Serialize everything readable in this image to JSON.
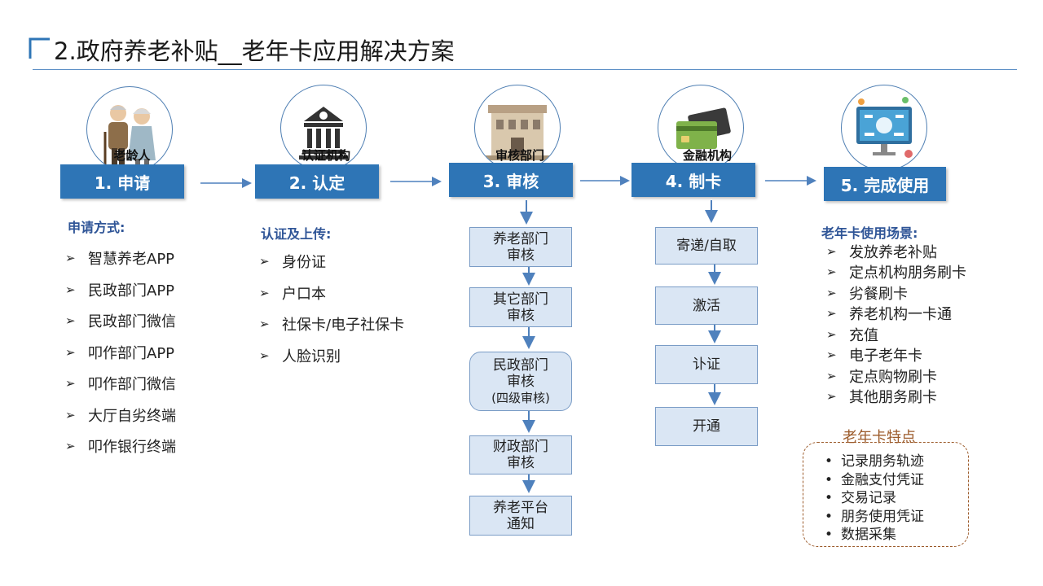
{
  "header": {
    "title": "2.政府养老补贴__老年卡应用解决方案"
  },
  "steps": [
    {
      "label": "1. 申请",
      "actor": "老龄人",
      "icon": "elderly-couple-icon"
    },
    {
      "label": "2. 认定",
      "actor": "认证机构",
      "icon": "bank-building-icon"
    },
    {
      "label": "3. 审核",
      "actor": "审核部门",
      "icon": "government-building-icon"
    },
    {
      "label": "4. 制卡",
      "actor": "金融机构",
      "icon": "bank-card-icon"
    },
    {
      "label": "5. 完成使用",
      "actor": "",
      "icon": "dashboard-screen-icon"
    }
  ],
  "apply": {
    "heading": "申请方式:",
    "items": [
      "智慧养老APP",
      "民政部门APP",
      "民政部门微信",
      "叩作部门APP",
      "叩作部门微信",
      "大厅自劣终端",
      "叩作银行终端"
    ]
  },
  "certify": {
    "heading": "认证及上传:",
    "items": [
      "身份证",
      "户口本",
      "社保卡/电子社保卡",
      "人脸识别"
    ]
  },
  "review": {
    "boxes": [
      {
        "line1": "养老部门",
        "line2": "审核",
        "line3": ""
      },
      {
        "line1": "其它部门",
        "line2": "审核",
        "line3": ""
      },
      {
        "line1": "民政部门",
        "line2": "审核",
        "line3": "(四级审核)"
      },
      {
        "line1": "财政部门",
        "line2": "审核",
        "line3": ""
      },
      {
        "line1": "养老平台",
        "line2": "通知",
        "line3": ""
      }
    ]
  },
  "card": {
    "boxes": [
      "寄递/自取",
      "激活",
      "讣证",
      "开通"
    ]
  },
  "usage": {
    "heading": "老年卡使用场景:",
    "items": [
      "发放养老补贴",
      "定点机构朋务刷卡",
      "劣餐刷卡",
      "养老机构一卡通",
      "充值",
      "电子老年卡",
      "定点购物刷卡",
      "其他朋务刷卡"
    ]
  },
  "features": {
    "title": "老年卡特点",
    "items": [
      "记录朋务轨迹",
      "金融支付凭证",
      "交易记录",
      "朋务使用凭证",
      "数据采集"
    ]
  },
  "bullets": {
    "chevron": "➢",
    "dot": "•"
  },
  "colors": {
    "accent": "#2e75b6",
    "box_fill": "#dae6f4",
    "heading": "#2f5597",
    "feature": "#9c5b2b"
  }
}
